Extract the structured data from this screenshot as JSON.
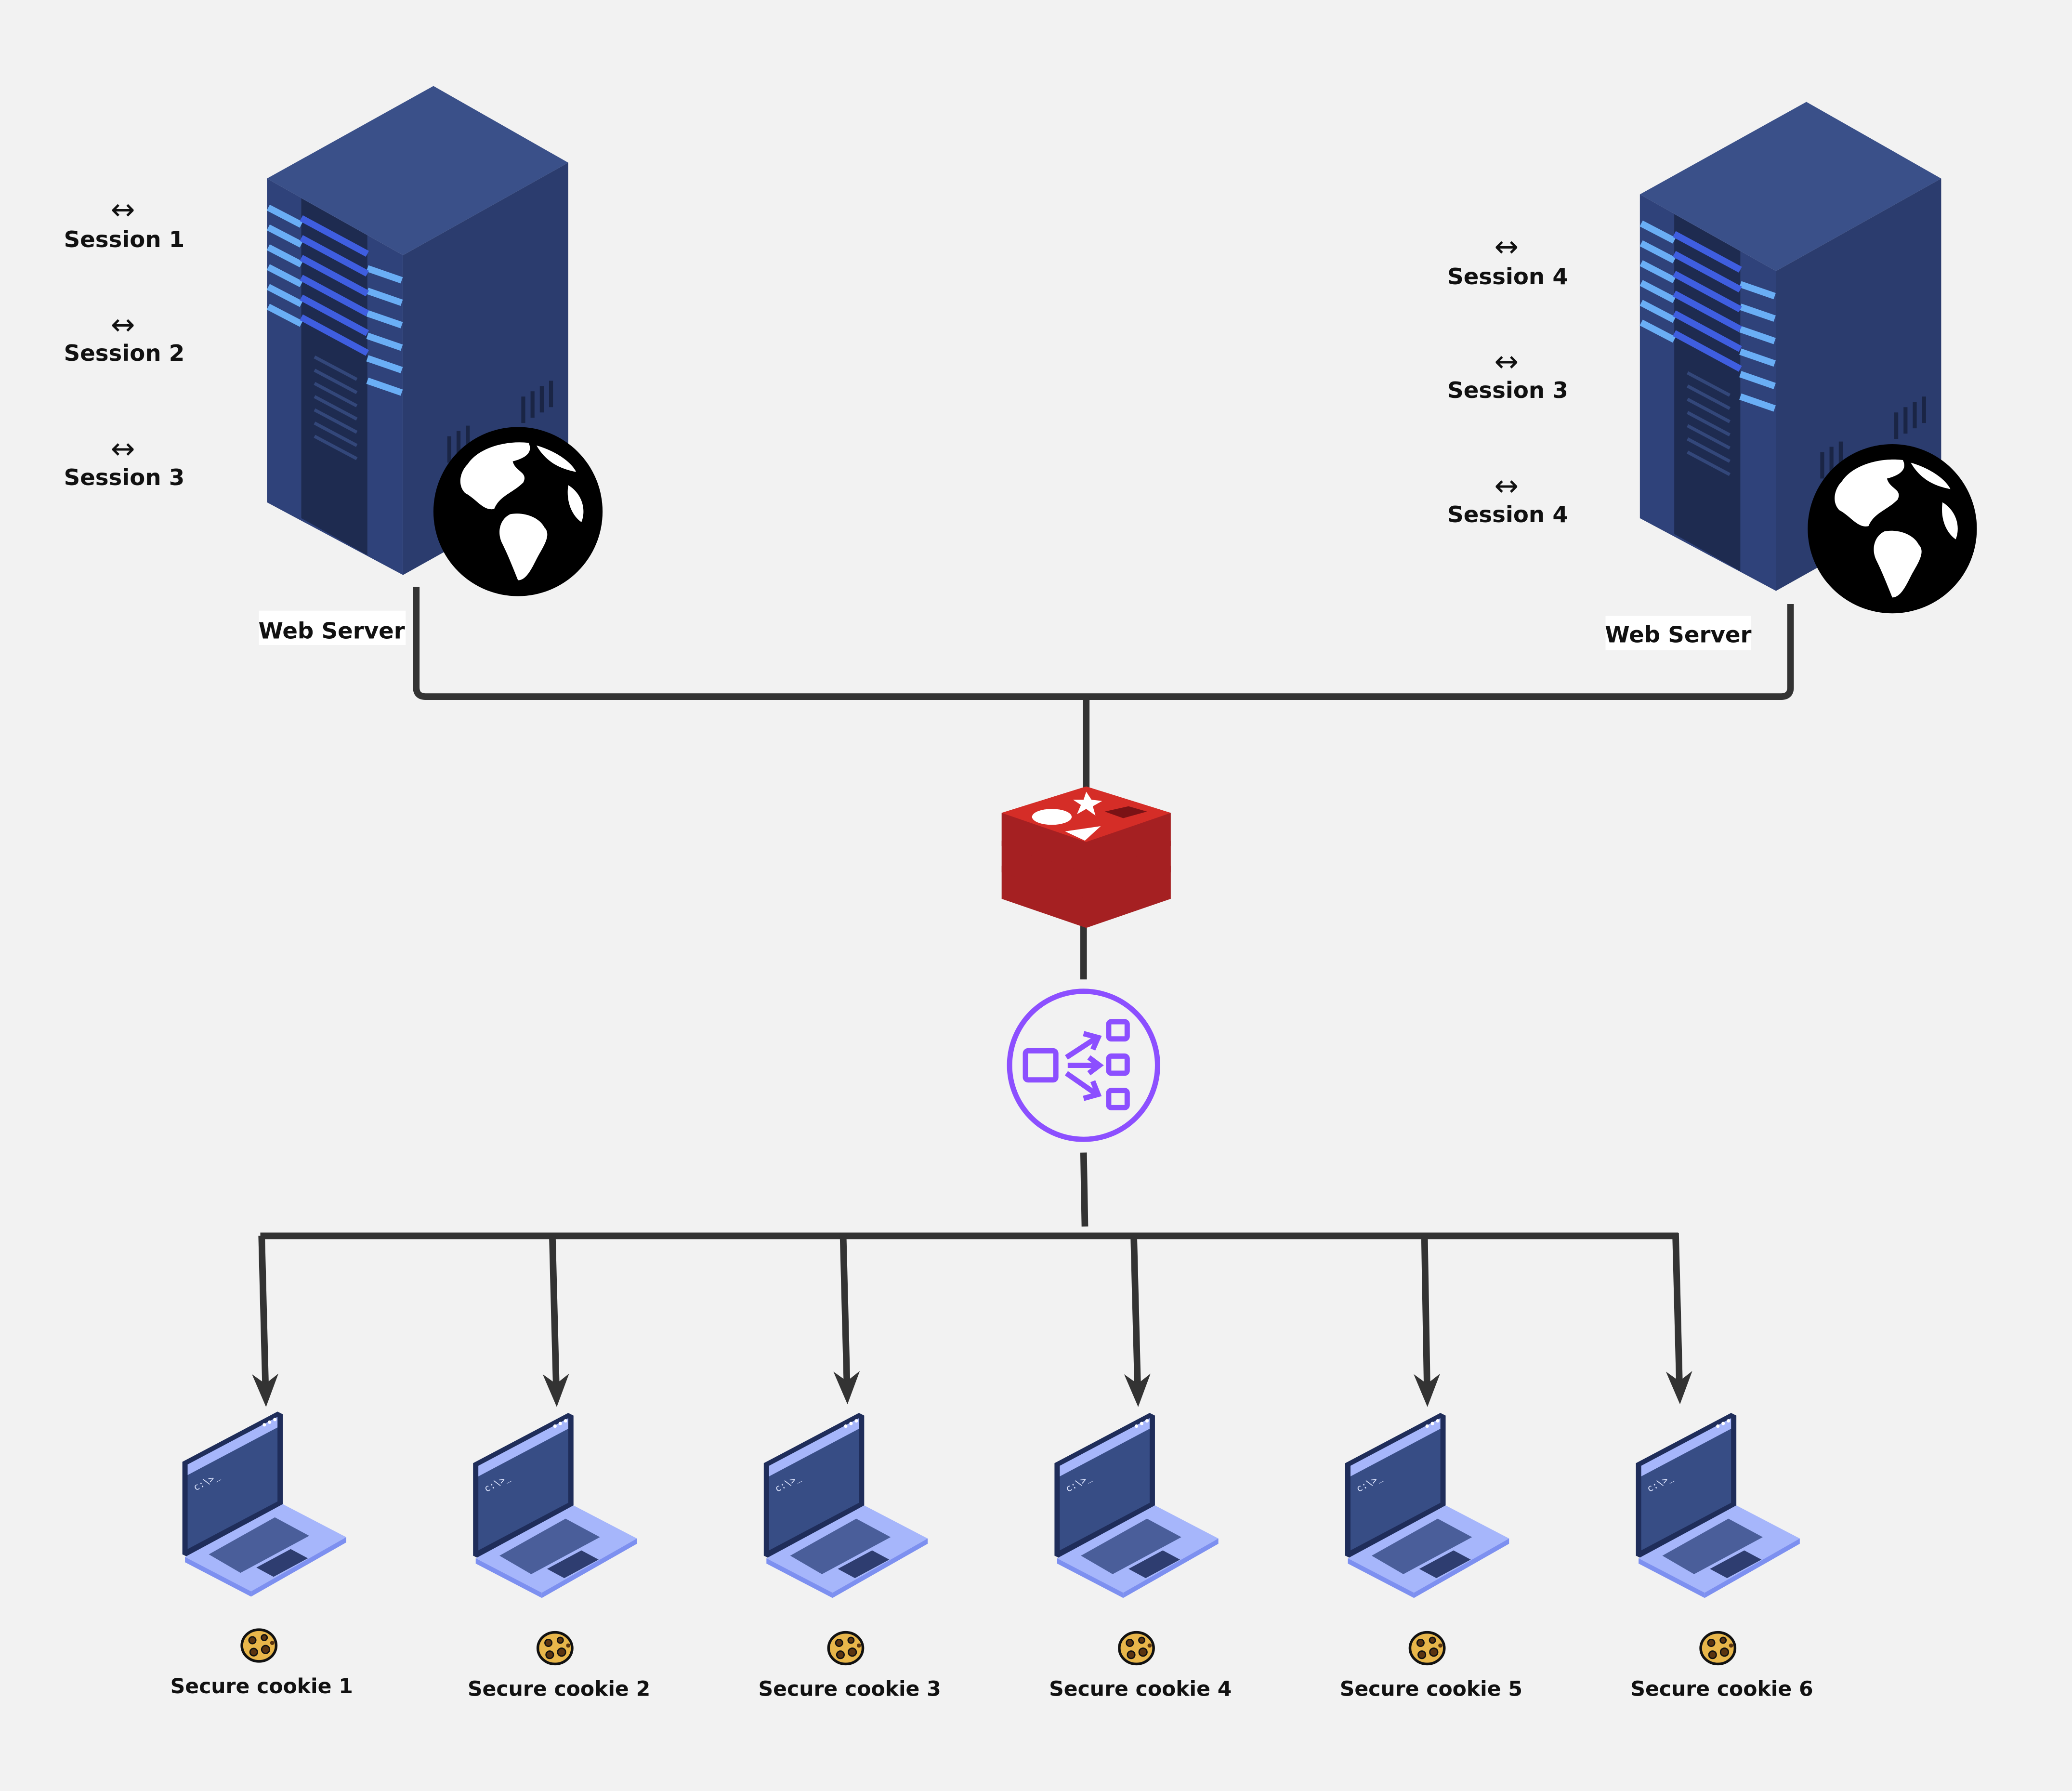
{
  "servers": [
    {
      "label": "Web Server",
      "sessions": [
        {
          "arrow": "↔",
          "label": "Session 1"
        },
        {
          "arrow": "↔",
          "label": "Session 2"
        },
        {
          "arrow": "↔",
          "label": "Session 3"
        }
      ]
    },
    {
      "label": "Web Server",
      "sessions": [
        {
          "arrow": "↔",
          "label": "Session 4"
        },
        {
          "arrow": "↔",
          "label": "Session 3"
        },
        {
          "arrow": "↔",
          "label": "Session 4"
        }
      ]
    }
  ],
  "icons": {
    "server": "server-rack-icon",
    "globe": "globe-icon",
    "cache": "redis-icon",
    "load_balancer": "load-balancer-icon",
    "client": "laptop-icon",
    "cookie": "cookie-icon"
  },
  "clients": [
    {
      "cookie_label": "Secure cookie 1"
    },
    {
      "cookie_label": "Secure cookie 2"
    },
    {
      "cookie_label": "Secure cookie 3"
    },
    {
      "cookie_label": "Secure cookie 4"
    },
    {
      "cookie_label": "Secure cookie 5"
    },
    {
      "cookie_label": "Secure cookie 6"
    }
  ],
  "colors": {
    "background": "#f2f2f2",
    "connector": "#333333",
    "server": "#34497f",
    "redis": "#d52d27",
    "load_balancer": "#8c4fff",
    "laptop_screen": "#374d85",
    "laptop_base": "#a6b6fb",
    "cookie": "#e8b64a"
  }
}
